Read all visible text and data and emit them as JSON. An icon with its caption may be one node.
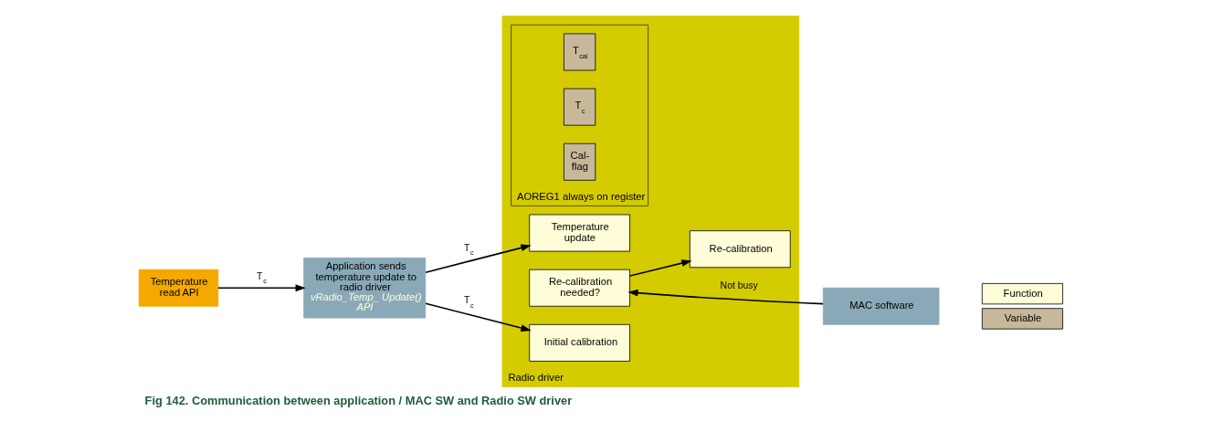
{
  "diagram": {
    "caption": "Fig 142. Communication between application / MAC SW and Radio SW driver",
    "nodes": [
      {
        "text": [
          "Application sends temperature update to radio driver",
          "vRadio_Temp_ Update() API"
        ]
      },
      {
        "text": [
          "Temperature read API"
        ]
      },
      {
        "text": [
          "Radio driver"
        ]
      },
      {
        "text": [
          "Temperature update"
        ],
        "in": 2
      },
      {
        "text": [
          "Re-calibration needed?"
        ],
        "in": 2
      },
      {
        "text": [
          "Initial calibration"
        ],
        "in": 2
      },
      {
        "text": [
          "Re-calibration"
        ],
        "in": 2
      },
      {
        "text": [
          "AOREG1 always on register"
        ],
        "in": 2
      },
      {
        "text": [
          "T$_{cal}$"
        ],
        "in": 7
      },
      {
        "text": [
          "T$_{c}$"
        ],
        "in": 7
      },
      {
        "text": [
          "Cal- flag"
        ],
        "in": 7
      },
      {
        "text": [
          "MAC software"
        ]
      }
    ],
    "edges": [
      {
        "from": 1,
        "to": 0,
        "arrow": "to",
        "label": "T$_{c}$"
      },
      {
        "from": 0,
        "to": 3,
        "arrow": "to",
        "label": "T$_{c}$"
      },
      {
        "from": 0,
        "to": 5,
        "arrow": "to",
        "label": "T$_{c}$"
      },
      {
        "from": 11,
        "to": 4,
        "arrow": "to",
        "label": "Not busy"
      },
      {
        "from": 4,
        "to": 6,
        "arrow": "to"
      }
    ],
    "legend": [
      {
        "text": "Function",
        "color": "#fffcd8"
      },
      {
        "text": "Variable",
        "color": "#c8b89a"
      }
    ]
  }
}
